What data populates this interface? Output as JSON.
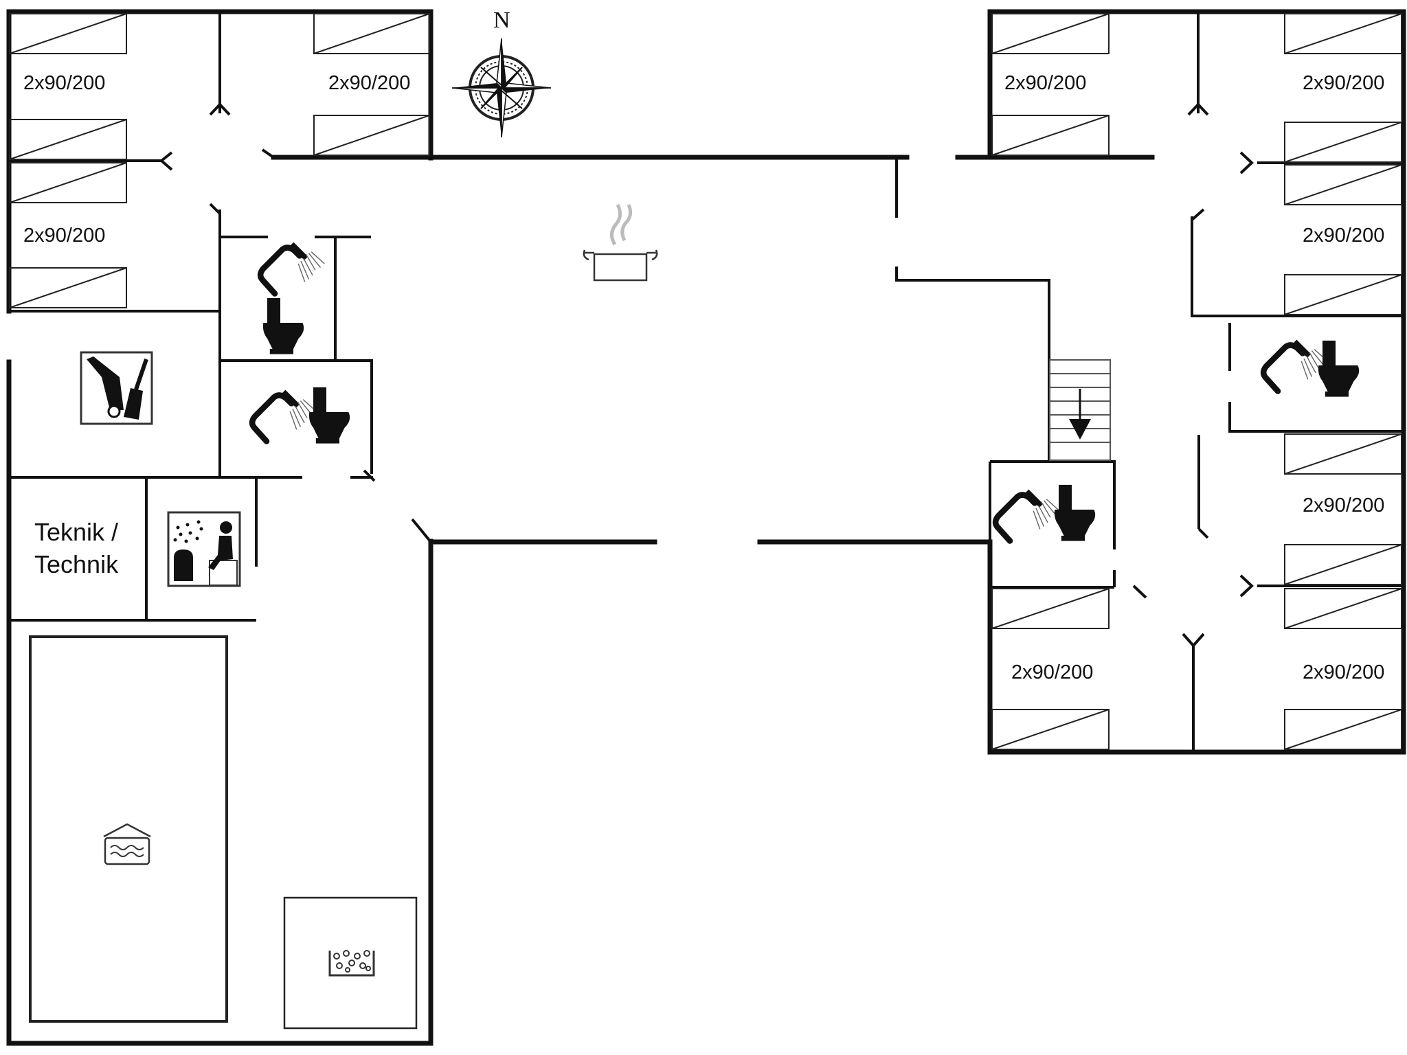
{
  "compass": {
    "north_label": "N"
  },
  "rooms": {
    "nw_bedroom_a": "2x90/200",
    "nw_bedroom_b": "2x90/200",
    "nw_bedroom_c": "2x90/200",
    "ne_bedroom_a": "2x90/200",
    "ne_bedroom_b": "2x90/200",
    "ne_bedroom_c": "2x90/200",
    "se_bedroom_a": "2x90/200",
    "se_bedroom_b": "2x90/200",
    "se_bedroom_c": "2x90/200",
    "technik_line1": "Teknik /",
    "technik_line2": "Technik"
  },
  "icons": [
    "compass-rose-icon",
    "cooking-pot-icon",
    "shower-icon",
    "toilet-icon",
    "utility-cleaning-icon",
    "sauna-icon",
    "pool-icon",
    "whirlpool-icon",
    "stairs-down-icon"
  ]
}
